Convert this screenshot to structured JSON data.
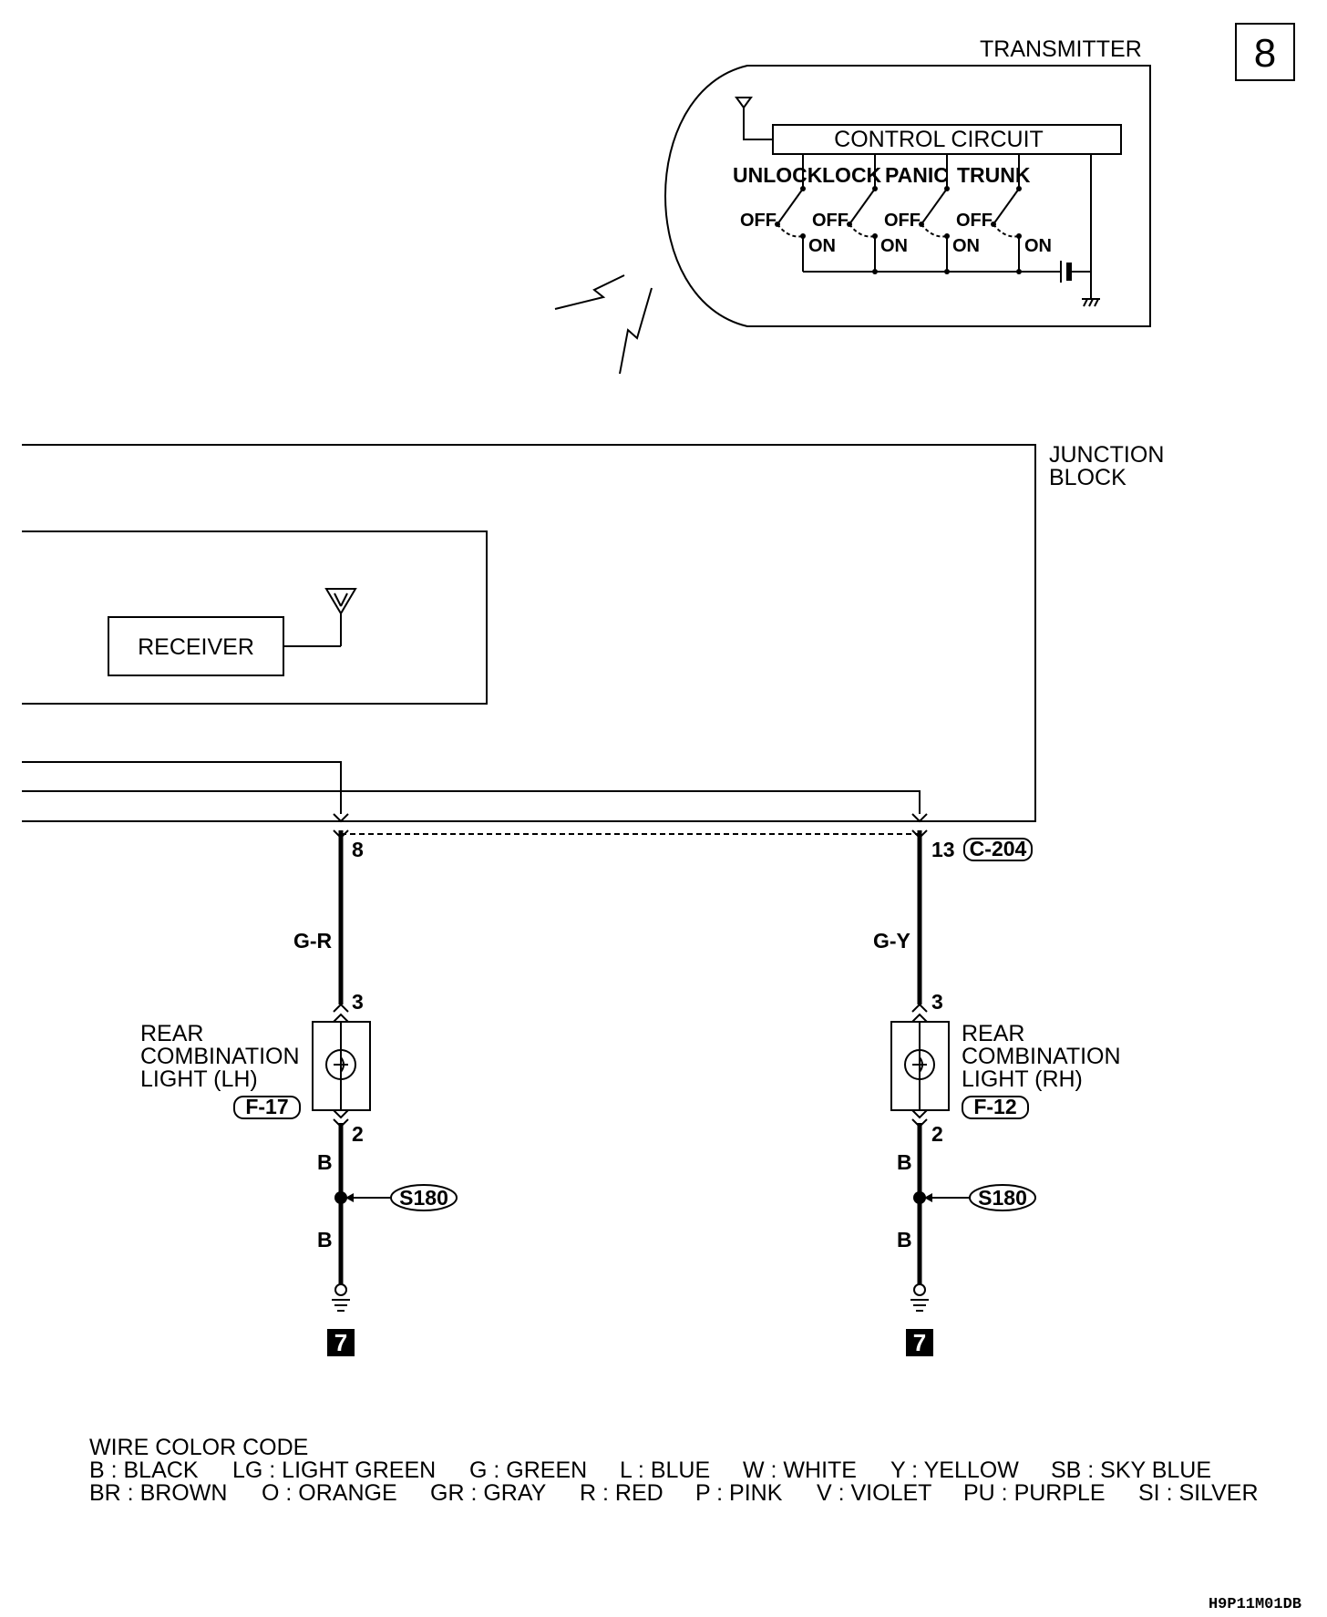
{
  "page_number": "8",
  "transmitter": {
    "title": "TRANSMITTER",
    "control_circuit": "CONTROL CIRCUIT",
    "switches": [
      {
        "name": "UNLOCK",
        "off": "OFF",
        "on": "ON"
      },
      {
        "name": "LOCK",
        "off": "OFF",
        "on": "ON"
      },
      {
        "name": "PANIC",
        "off": "OFF",
        "on": "ON"
      },
      {
        "name": "TRUNK",
        "off": "OFF",
        "on": "ON"
      }
    ]
  },
  "junction_block": {
    "title_line1": "JUNCTION",
    "title_line2": "BLOCK",
    "receiver": "RECEIVER",
    "connector": "C-204"
  },
  "left_circuit": {
    "jb_pin": "8",
    "wire_color_top": "G-R",
    "lamp_pin_top": "3",
    "lamp_pin_bottom": "2",
    "lamp_label_line1": "REAR",
    "lamp_label_line2": "COMBINATION",
    "lamp_label_line3": "LIGHT (LH)",
    "lamp_connector": "F-17",
    "wire_color_mid": "B",
    "splice": "S180",
    "wire_color_bottom": "B",
    "ground_ref": "7"
  },
  "right_circuit": {
    "jb_pin": "13",
    "wire_color_top": "G-Y",
    "lamp_pin_top": "3",
    "lamp_pin_bottom": "2",
    "lamp_label_line1": "REAR",
    "lamp_label_line2": "COMBINATION",
    "lamp_label_line3": "LIGHT (RH)",
    "lamp_connector": "F-12",
    "wire_color_mid": "B",
    "splice": "S180",
    "wire_color_bottom": "B",
    "ground_ref": "7"
  },
  "legend": {
    "title": "WIRE COLOR CODE",
    "row1": [
      "B : BLACK",
      "LG : LIGHT GREEN",
      "G : GREEN",
      "L : BLUE",
      "W : WHITE",
      "Y : YELLOW",
      "SB : SKY BLUE"
    ],
    "row2": [
      "BR : BROWN",
      "O : ORANGE",
      "GR : GRAY",
      "R : RED",
      "P : PINK",
      "V : VIOLET",
      "PU : PURPLE",
      "SI : SILVER"
    ]
  },
  "drawing_id": "H9P11M01DB"
}
